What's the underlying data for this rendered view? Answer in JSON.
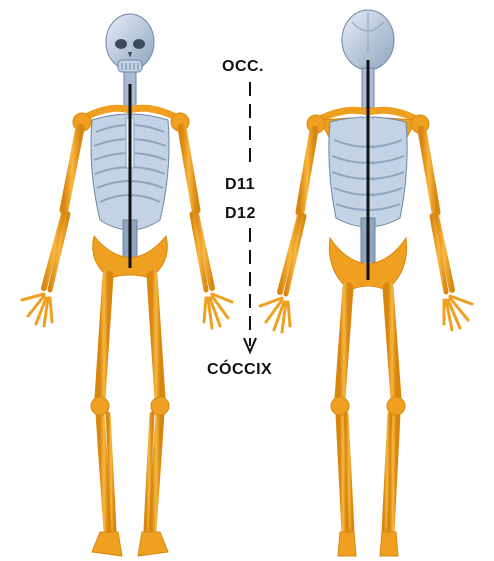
{
  "figure": {
    "labels": {
      "top": "OCC.",
      "vertebra_1": "D11",
      "vertebra_2": "D12",
      "bottom": "CÓCCIX"
    },
    "views": [
      "anterior-skeleton",
      "posterior-skeleton"
    ]
  },
  "colors": {
    "bone": "#f0a020",
    "bone_shade": "#d9860f",
    "bone_light": "#f7c25a",
    "axial": "#c3d2e4",
    "axial_shade": "#8ea4bf",
    "spine_line": "#111111",
    "label_text": "#111111"
  }
}
